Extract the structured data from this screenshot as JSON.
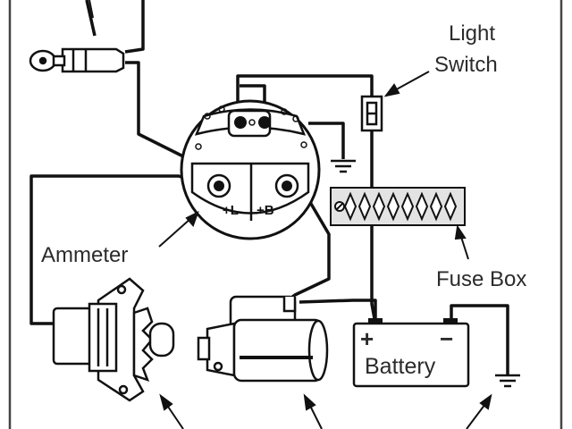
{
  "labels": {
    "light_switch_line1": "Light",
    "light_switch_line2": "Switch",
    "ammeter": "Ammeter",
    "fuse_box": "Fuse Box",
    "battery": "Battery",
    "ammeter_term_l": "+L",
    "ammeter_term_b": "+B",
    "battery_plus": "+",
    "battery_minus": "−"
  },
  "colors": {
    "wire": "#111111",
    "outline": "#2b2b2b",
    "frame": "#444444",
    "background": "#ffffff"
  }
}
